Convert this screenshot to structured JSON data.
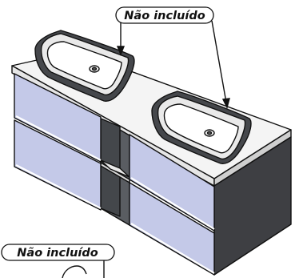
{
  "callouts": {
    "top_label": "Não incluído",
    "bottom_label": "Não incluído"
  },
  "colors": {
    "drawer_front": "#c4c9e8",
    "countertop": "#f4f4f4",
    "side_panel": "#3e3f43",
    "niche_interior": "#53565b",
    "outline": "#111111",
    "basin_exterior": "#45474b"
  },
  "icons": {
    "basin_left": "vessel-basin",
    "basin_right": "vessel-basin",
    "faucet_stub": "faucet-circle"
  }
}
